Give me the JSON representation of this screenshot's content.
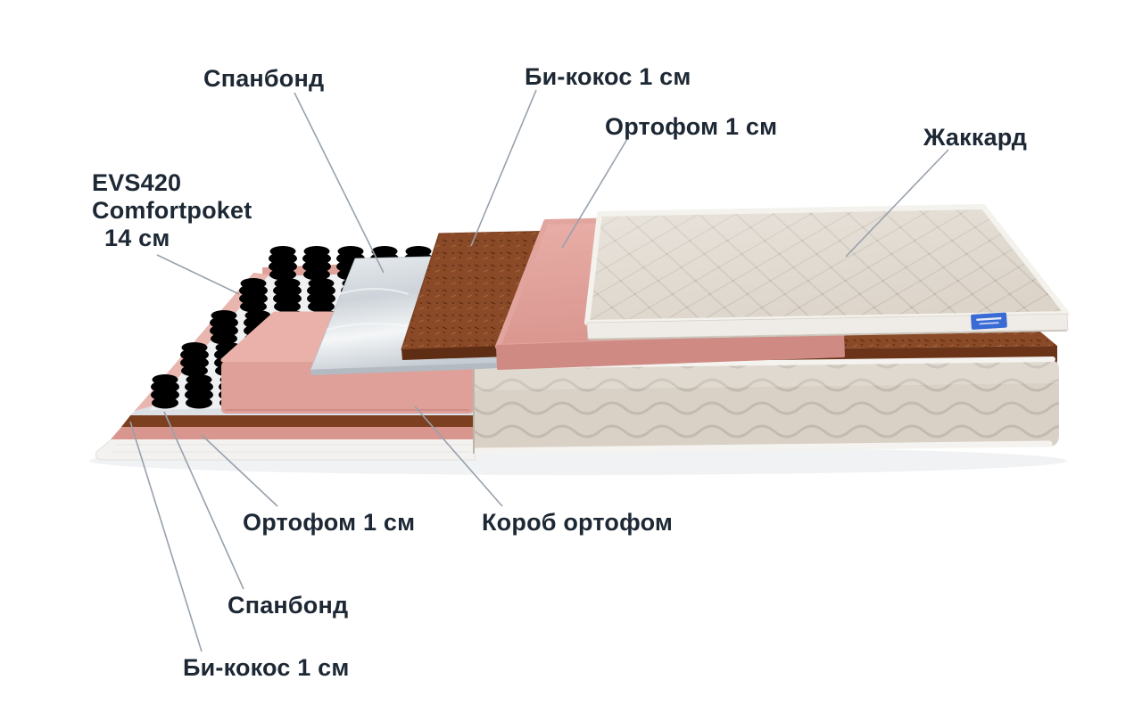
{
  "diagram": {
    "type": "mattress-layers-cutaway",
    "labels": {
      "spunbond_top": "Спанбонд",
      "bicocos_top": "Би-кокос 1 см",
      "ortofoam_top": "Ортофом 1 см",
      "jacquard": "Жаккард",
      "evs420": {
        "line1": "EVS420",
        "line2": "Comfortpoket",
        "line3": "14 см"
      },
      "ortofoam_bottom": "Ортофом 1 см",
      "korob_ortofoam": "Короб ортофом",
      "spunbond_bottom": "Спанбонд",
      "bicocos_bottom": "Би-кокос 1 см"
    },
    "colors": {
      "text": "#1d2834",
      "leader_line": "#98a1ab",
      "pink": "#dfa09a",
      "pink_dark": "#cf8a83",
      "brown": "#8a4a28",
      "brown_dark": "#5e2d14",
      "spunbond_gray": "#d6dbe0",
      "quilt_beige": "#dcd4c9",
      "spring_white": "#ffffff",
      "tag_blue": "#3a6ad4",
      "background": "#ffffff"
    }
  }
}
